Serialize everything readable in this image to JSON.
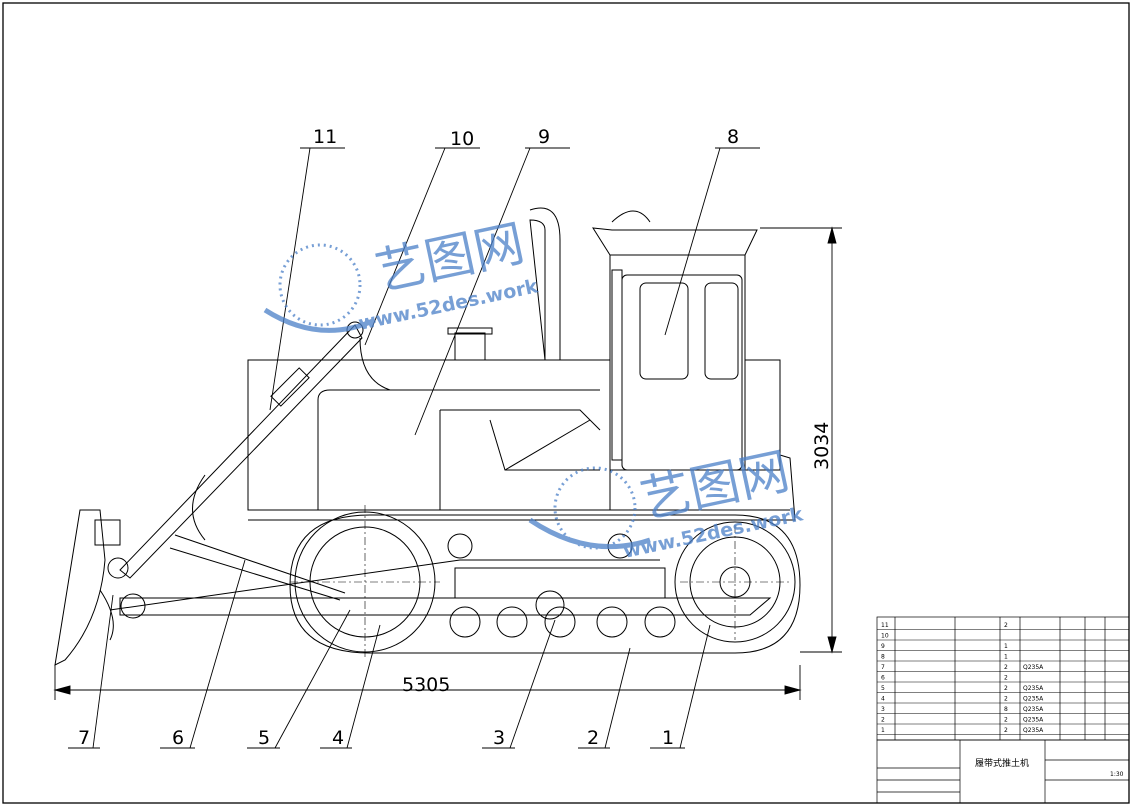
{
  "drawing": {
    "callouts": [
      "11",
      "10",
      "9",
      "8",
      "7",
      "6",
      "5",
      "4",
      "3",
      "2",
      "1"
    ],
    "dimensions": {
      "length": "5305",
      "height": "3034"
    }
  },
  "watermark": {
    "brand": "艺图网",
    "site": "www.52des.work"
  },
  "title_block": {
    "title": "履带式推土机",
    "scale": "1:30",
    "parts": [
      {
        "no": "11",
        "qty": "2"
      },
      {
        "no": "10",
        "qty": ""
      },
      {
        "no": "9",
        "qty": "1"
      },
      {
        "no": "8",
        "qty": "1"
      },
      {
        "no": "7",
        "qty": "2",
        "material": "Q235A"
      },
      {
        "no": "6",
        "qty": "2"
      },
      {
        "no": "5",
        "qty": "2",
        "material": "Q235A"
      },
      {
        "no": "4",
        "qty": "2",
        "material": "Q235A"
      },
      {
        "no": "3",
        "qty": "8",
        "material": "Q235A"
      },
      {
        "no": "2",
        "qty": "2",
        "material": "Q235A"
      },
      {
        "no": "1",
        "qty": "2",
        "material": "Q235A"
      }
    ]
  },
  "colors": {
    "line": "#000000",
    "watermark": "#4a7fc8"
  }
}
